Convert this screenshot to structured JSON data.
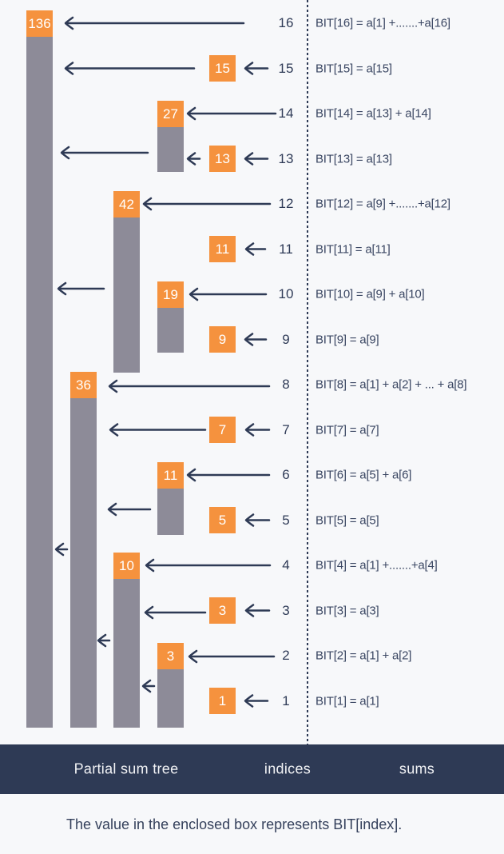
{
  "diagram": {
    "rows": [
      {
        "index": "16",
        "bit_value": "136",
        "formula": "BIT[16] = a[1] +.......+a[16]"
      },
      {
        "index": "15",
        "bit_value": "15",
        "formula": "BIT[15] = a[15]"
      },
      {
        "index": "14",
        "bit_value": "27",
        "formula": "BIT[14] = a[13] + a[14]"
      },
      {
        "index": "13",
        "bit_value": "13",
        "formula": "BIT[13] = a[13]"
      },
      {
        "index": "12",
        "bit_value": "42",
        "formula": "BIT[12] = a[9] +.......+a[12]"
      },
      {
        "index": "11",
        "bit_value": "11",
        "formula": "BIT[11] = a[11]"
      },
      {
        "index": "10",
        "bit_value": "19",
        "formula": "BIT[10] = a[9] + a[10]"
      },
      {
        "index": "9",
        "bit_value": "9",
        "formula": "BIT[9] = a[9]"
      },
      {
        "index": "8",
        "bit_value": "36",
        "formula": "BIT[8] = a[1] + a[2] + ... + a[8]"
      },
      {
        "index": "7",
        "bit_value": "7",
        "formula": "BIT[7] = a[7]"
      },
      {
        "index": "6",
        "bit_value": "11",
        "formula": "BIT[6] = a[5] + a[6]"
      },
      {
        "index": "5",
        "bit_value": "5",
        "formula": "BIT[5] = a[5]"
      },
      {
        "index": "4",
        "bit_value": "10",
        "formula": "BIT[4] = a[1] +.......+a[4]"
      },
      {
        "index": "3",
        "bit_value": "3",
        "formula": "BIT[3] = a[3]"
      },
      {
        "index": "2",
        "bit_value": "3",
        "formula": "BIT[2] = a[1] + a[2]"
      },
      {
        "index": "1",
        "bit_value": "1",
        "formula": "BIT[1] = a[1]"
      }
    ]
  },
  "legend": {
    "partial_sum_tree": "Partial sum tree",
    "indices": "indices",
    "sums": "sums"
  },
  "caption": "The value in the enclosed box represents BIT[index].",
  "colors": {
    "background": "#f7f8fa",
    "box_orange": "#f5923e",
    "bar_gray": "#8d8b98",
    "line_navy": "#2e3a55",
    "text_navy": "#3a4662",
    "footer_bg": "#2e3a55",
    "footer_text": "#f1f2f5",
    "box_text": "#ffffff"
  }
}
